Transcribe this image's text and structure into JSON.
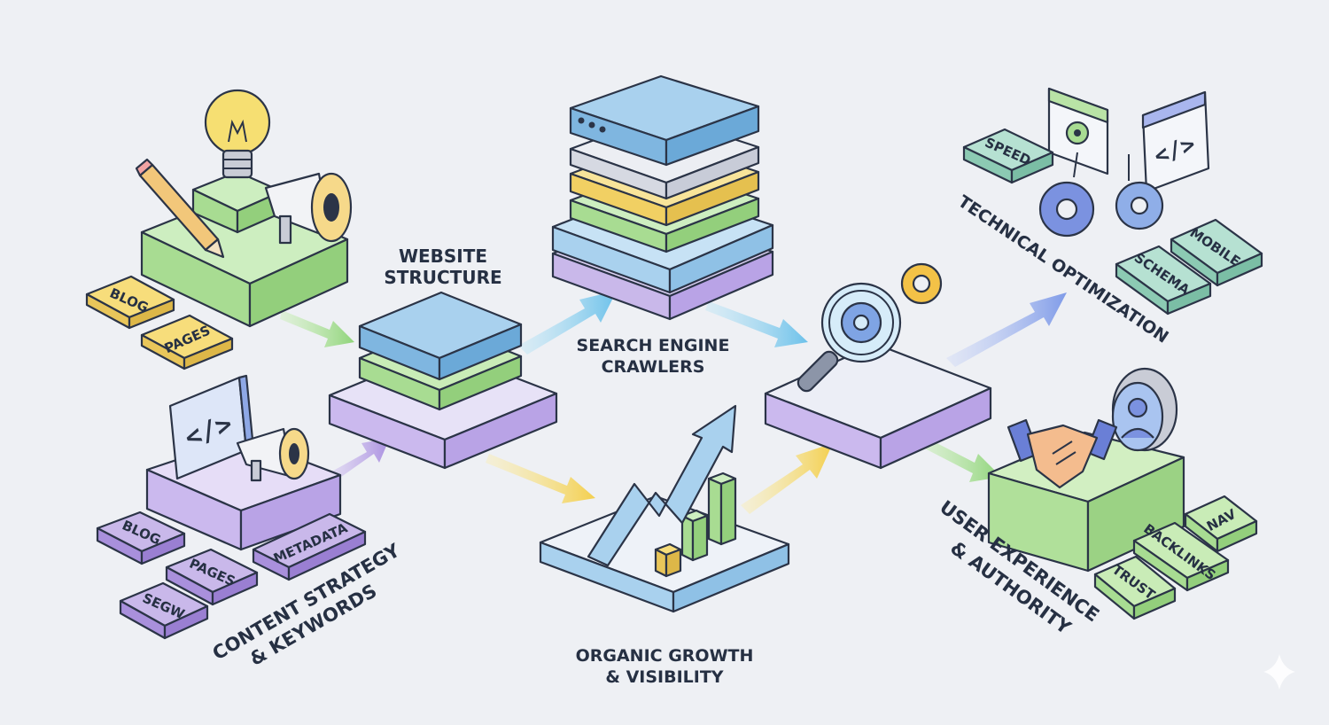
{
  "labels": {
    "website_structure": [
      "WEBSITE",
      "STRUCTURE"
    ],
    "search_engine_crawlers": [
      "SEARCH ENGINE",
      "CRAWLERS"
    ],
    "organic_growth": [
      "ORGANIC GROWTH",
      "& VISIBILITY"
    ],
    "technical_optimization": "TECHNICAL OPTIMIZATION",
    "content_strategy": [
      "CONTENT STRATEGY",
      "& KEYWORDS"
    ],
    "user_experience": [
      "USER EXPERIENCE",
      "& AUTHORITY"
    ]
  },
  "tags": {
    "top_left": [
      "BLOG",
      "PAGES"
    ],
    "bottom_left": [
      "BLOG",
      "PAGES",
      "METADATA",
      "SEGW"
    ],
    "technical": [
      "SPEED",
      "MOBILE",
      "SCHEMA"
    ],
    "authority": [
      "NAV",
      "BACKLINKS",
      "TRUST"
    ]
  },
  "icons": {
    "code_window": "</>",
    "code_window_right": "</>"
  },
  "colors": {
    "background": "#eef0f4",
    "green": "#b9e3a6",
    "blue": "#a9d1ee",
    "purple": "#c9b8ea",
    "yellow": "#f7dd7b",
    "outline": "#2b3447"
  }
}
